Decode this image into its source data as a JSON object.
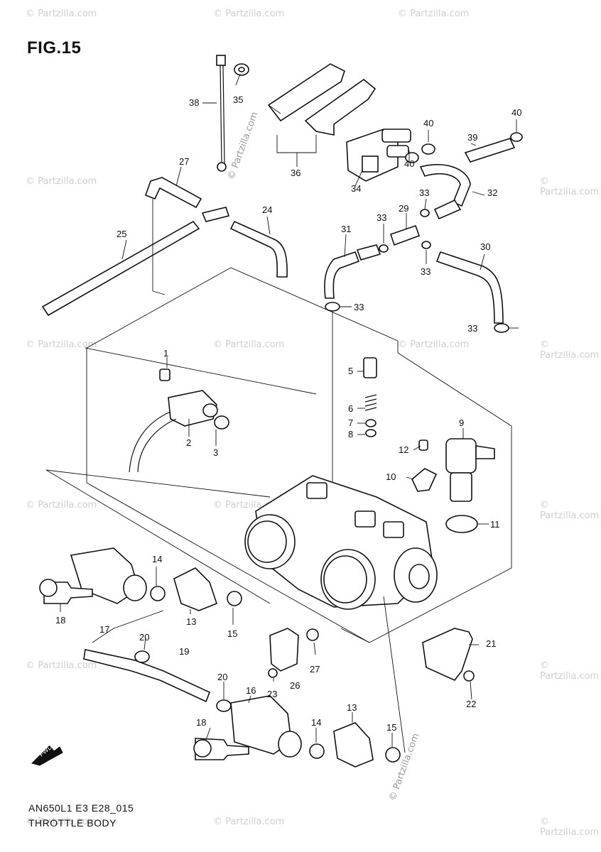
{
  "figure": {
    "title": "FIG.15"
  },
  "footer": {
    "code": "AN650L1 E3 E28_015",
    "name": "THROTTLE BODY"
  },
  "watermark": {
    "text": "© Partzilla.com"
  },
  "fwd_label": "FWD",
  "callouts": [
    {
      "id": "c38",
      "text": "38"
    },
    {
      "id": "c35",
      "text": "35"
    },
    {
      "id": "c36",
      "text": "36"
    },
    {
      "id": "c40a",
      "text": "40"
    },
    {
      "id": "c40b",
      "text": "40"
    },
    {
      "id": "c40c",
      "text": "40"
    },
    {
      "id": "c39",
      "text": "39"
    },
    {
      "id": "c34",
      "text": "34"
    },
    {
      "id": "c32",
      "text": "32"
    },
    {
      "id": "c27",
      "text": "27"
    },
    {
      "id": "c24",
      "text": "24"
    },
    {
      "id": "c25",
      "text": "25"
    },
    {
      "id": "c33a",
      "text": "33"
    },
    {
      "id": "c33b",
      "text": "33"
    },
    {
      "id": "c29",
      "text": "29"
    },
    {
      "id": "c31",
      "text": "31"
    },
    {
      "id": "c33c",
      "text": "33"
    },
    {
      "id": "c30",
      "text": "30"
    },
    {
      "id": "c33d",
      "text": "33"
    },
    {
      "id": "c33e",
      "text": "33"
    },
    {
      "id": "c1",
      "text": "1"
    },
    {
      "id": "c5",
      "text": "5"
    },
    {
      "id": "c6",
      "text": "6"
    },
    {
      "id": "c7",
      "text": "7"
    },
    {
      "id": "c8",
      "text": "8"
    },
    {
      "id": "c9",
      "text": "9"
    },
    {
      "id": "c12",
      "text": "12"
    },
    {
      "id": "c2",
      "text": "2"
    },
    {
      "id": "c3",
      "text": "3"
    },
    {
      "id": "c10",
      "text": "10"
    },
    {
      "id": "c11",
      "text": "11"
    },
    {
      "id": "c14a",
      "text": "14"
    },
    {
      "id": "c18a",
      "text": "18"
    },
    {
      "id": "c13a",
      "text": "13"
    },
    {
      "id": "c15a",
      "text": "15"
    },
    {
      "id": "c17",
      "text": "17"
    },
    {
      "id": "c20a",
      "text": "20"
    },
    {
      "id": "c19",
      "text": "19"
    },
    {
      "id": "c21",
      "text": "21"
    },
    {
      "id": "c27b",
      "text": "27"
    },
    {
      "id": "c23",
      "text": "23"
    },
    {
      "id": "c26",
      "text": "26"
    },
    {
      "id": "c22",
      "text": "22"
    },
    {
      "id": "c20b",
      "text": "20"
    },
    {
      "id": "c16",
      "text": "16"
    },
    {
      "id": "c13b",
      "text": "13"
    },
    {
      "id": "c18b",
      "text": "18"
    },
    {
      "id": "c14b",
      "text": "14"
    },
    {
      "id": "c15b",
      "text": "15"
    }
  ]
}
